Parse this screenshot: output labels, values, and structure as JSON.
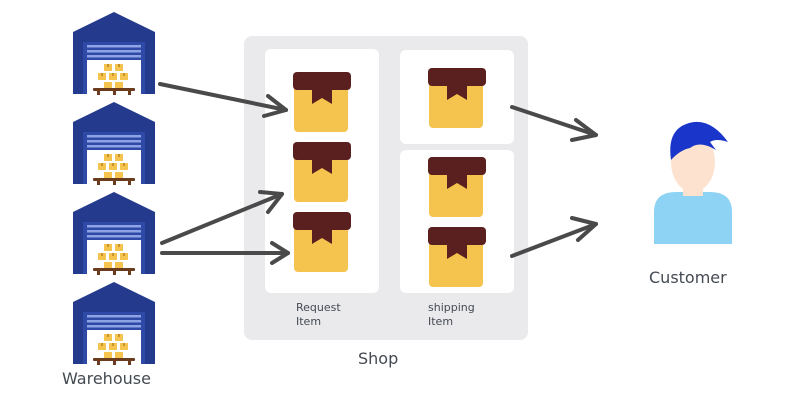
{
  "labels": {
    "warehouse": "Warehouse",
    "shop": "Shop",
    "customer": "Customer",
    "request_line1": "Request",
    "request_line2": "Item",
    "shipping_line1": "shipping",
    "shipping_line2": "Item"
  },
  "colors": {
    "warehouse_roof": "#243a8c",
    "warehouse_body": "#2f4aa6",
    "box_top": "#5a1f1f",
    "box_body": "#f5c44f",
    "arrow": "#4a4a4a",
    "panel_shadow": "#e9e9ec",
    "customer_hair": "#1a35c9",
    "customer_skin": "#fde3cf",
    "customer_shirt": "#8fd3f4",
    "text": "#444a52"
  },
  "icons": {
    "warehouse": "warehouse-icon",
    "box": "package-box-icon",
    "customer": "customer-avatar-icon",
    "arrow": "arrow-right-icon"
  }
}
